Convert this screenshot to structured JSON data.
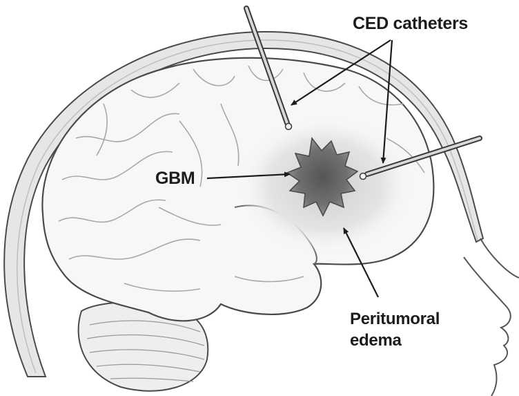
{
  "labels": {
    "catheters": "CED catheters",
    "tumor": "GBM",
    "edema_line1": "Peritumoral",
    "edema_line2": "edema"
  },
  "colors": {
    "background": "#ffffff",
    "outline": "#4a4a4a",
    "skull": "#e6e6e6",
    "brain": "#f7f7f7",
    "edema": "#dcdcdc",
    "tumor": "#6a6a6a",
    "label_text": "#1c1c1c"
  }
}
